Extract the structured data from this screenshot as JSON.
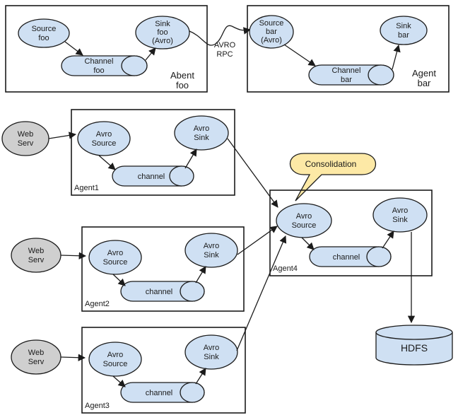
{
  "top": {
    "agent_foo": {
      "label_line1": "Abent",
      "label_line2": "foo",
      "source": [
        "Source",
        "foo"
      ],
      "sink": [
        "Sink",
        "foo",
        "(Avro)"
      ],
      "channel": [
        "Channel",
        "foo"
      ]
    },
    "rpc_label": [
      "AVRO",
      "RPC"
    ],
    "agent_bar": {
      "label_line1": "Agent",
      "label_line2": "bar",
      "source": [
        "Source",
        "bar",
        "(Avro)"
      ],
      "sink": [
        "Sink",
        "bar"
      ],
      "channel": [
        "Channel",
        "bar"
      ]
    }
  },
  "tiers": [
    {
      "agent": "Agent1",
      "web": [
        "Web",
        "Serv"
      ],
      "source": [
        "Avro",
        "Source"
      ],
      "sink": [
        "Avro",
        "Sink"
      ],
      "channel": "channel"
    },
    {
      "agent": "Agent2",
      "web": [
        "Web",
        "Serv"
      ],
      "source": [
        "Avro",
        "Source"
      ],
      "sink": [
        "Avro",
        "Sink"
      ],
      "channel": "channel"
    },
    {
      "agent": "Agent3",
      "web": [
        "Web",
        "Serv"
      ],
      "source": [
        "Avro",
        "Source"
      ],
      "sink": [
        "Avro",
        "Sink"
      ],
      "channel": "channel"
    }
  ],
  "consolidation": {
    "callout": "Consolidation",
    "agent": "Agent4",
    "source": [
      "Avro",
      "Source"
    ],
    "sink": [
      "Avro",
      "Sink"
    ],
    "channel": "channel"
  },
  "hdfs": "HDFS"
}
